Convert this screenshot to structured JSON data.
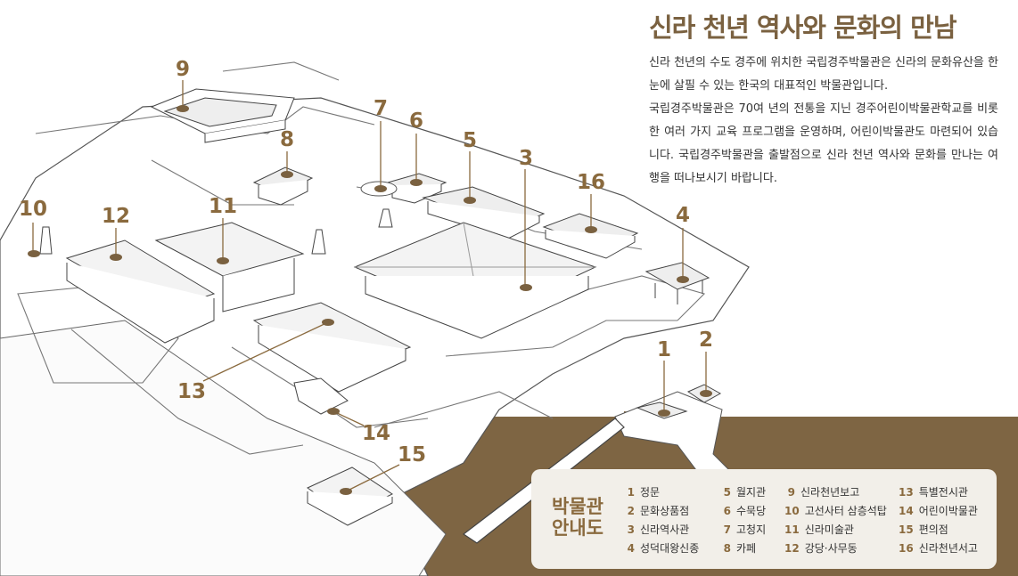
{
  "title": "신라 천년 역사와 문화의 만남",
  "description": [
    "신라 천년의 수도 경주에 위치한 국립경주박물관은 신라의 문화유산을 한눈에 살필 수 있는 한국의 대표적인 박물관입니다.",
    "국립경주박물관은 70여 년의 전통을 지닌 경주어린이박물관학교를 비롯한 여러 가지 교육 프로그램을 운영하며, 어린이박물관도 마련되어 있습니다. 국립경주박물관을 출발점으로 신라 천년 역사와 문화를 만나는 여행을 떠나보시기 바랍니다."
  ],
  "map_markers": [
    {
      "id": "1"
    },
    {
      "id": "2"
    },
    {
      "id": "3"
    },
    {
      "id": "4"
    },
    {
      "id": "5"
    },
    {
      "id": "6"
    },
    {
      "id": "7"
    },
    {
      "id": "8"
    },
    {
      "id": "9"
    },
    {
      "id": "10"
    },
    {
      "id": "11"
    },
    {
      "id": "12"
    },
    {
      "id": "13"
    },
    {
      "id": "14"
    },
    {
      "id": "15"
    },
    {
      "id": "16"
    }
  ],
  "legend": {
    "title_line1": "박물관",
    "title_line2": "안내도",
    "columns": [
      [
        {
          "n": "1",
          "label": "정문"
        },
        {
          "n": "2",
          "label": "문화상품점"
        },
        {
          "n": "3",
          "label": "신라역사관"
        },
        {
          "n": "4",
          "label": "성덕대왕신종"
        }
      ],
      [
        {
          "n": "5",
          "label": "월지관"
        },
        {
          "n": "6",
          "label": "수묵당"
        },
        {
          "n": "7",
          "label": "고청지"
        },
        {
          "n": "8",
          "label": "카페"
        }
      ],
      [
        {
          "n": "9",
          "label": "신라천년보고"
        },
        {
          "n": "10",
          "label": "고선사터 삼층석탑"
        },
        {
          "n": "11",
          "label": "신라미술관"
        },
        {
          "n": "12",
          "label": "강당·사무동"
        }
      ],
      [
        {
          "n": "13",
          "label": "특별전시관"
        },
        {
          "n": "14",
          "label": "어린이박물관"
        },
        {
          "n": "15",
          "label": "편의점"
        },
        {
          "n": "16",
          "label": "신라천년서고"
        }
      ]
    ]
  },
  "colors": {
    "accent": "#8a6a3e",
    "ground": "#7e6543",
    "legend_bg": "#f2efe9"
  }
}
